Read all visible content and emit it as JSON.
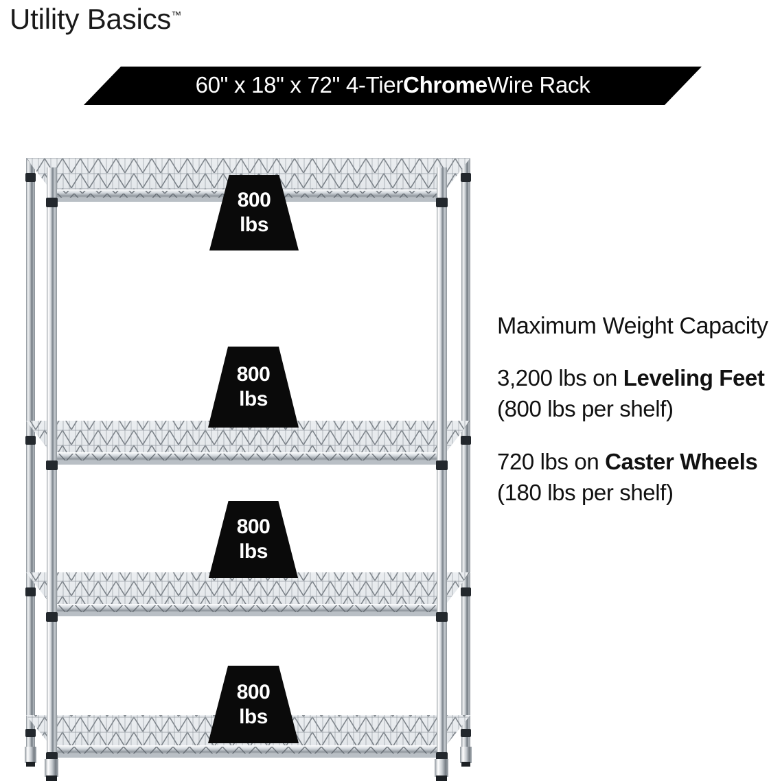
{
  "brand": {
    "name": "Utility Basics",
    "trademark": "™"
  },
  "banner": {
    "dimensions": "60\" x 18\" x 72\" 4-Tier ",
    "highlight": "Chrome",
    "suffix": " Wire Rack",
    "background_color": "#000000",
    "text_color": "#FFFFFF"
  },
  "product": {
    "type": "4-tier chrome wire shelving rack",
    "finish": "chrome",
    "shelf_count": 4,
    "post_count": 4,
    "feet": "leveling feet"
  },
  "badges": [
    {
      "number": "800",
      "unit": "lbs",
      "shelf": "top"
    },
    {
      "number": "800",
      "unit": "lbs",
      "shelf": "second"
    },
    {
      "number": "800",
      "unit": "lbs",
      "shelf": "third"
    },
    {
      "number": "800",
      "unit": "lbs",
      "shelf": "bottom"
    }
  ],
  "capacity": {
    "heading": "Maximum Weight Capacity",
    "leveling": {
      "total": "3,200 lbs on ",
      "bold": "Leveling Feet",
      "detail": " (800 lbs per shelf)"
    },
    "caster": {
      "total": "720 lbs on ",
      "bold": "Caster Wheels",
      "detail": " (180 lbs per shelf)"
    }
  },
  "colors": {
    "background": "#FFFFFF",
    "text": "#111111",
    "badge_fill": "#0A0A0A",
    "chrome_light": "#FDFDFD",
    "chrome_mid": "#C9CDD2",
    "chrome_dark": "#6E757C"
  }
}
